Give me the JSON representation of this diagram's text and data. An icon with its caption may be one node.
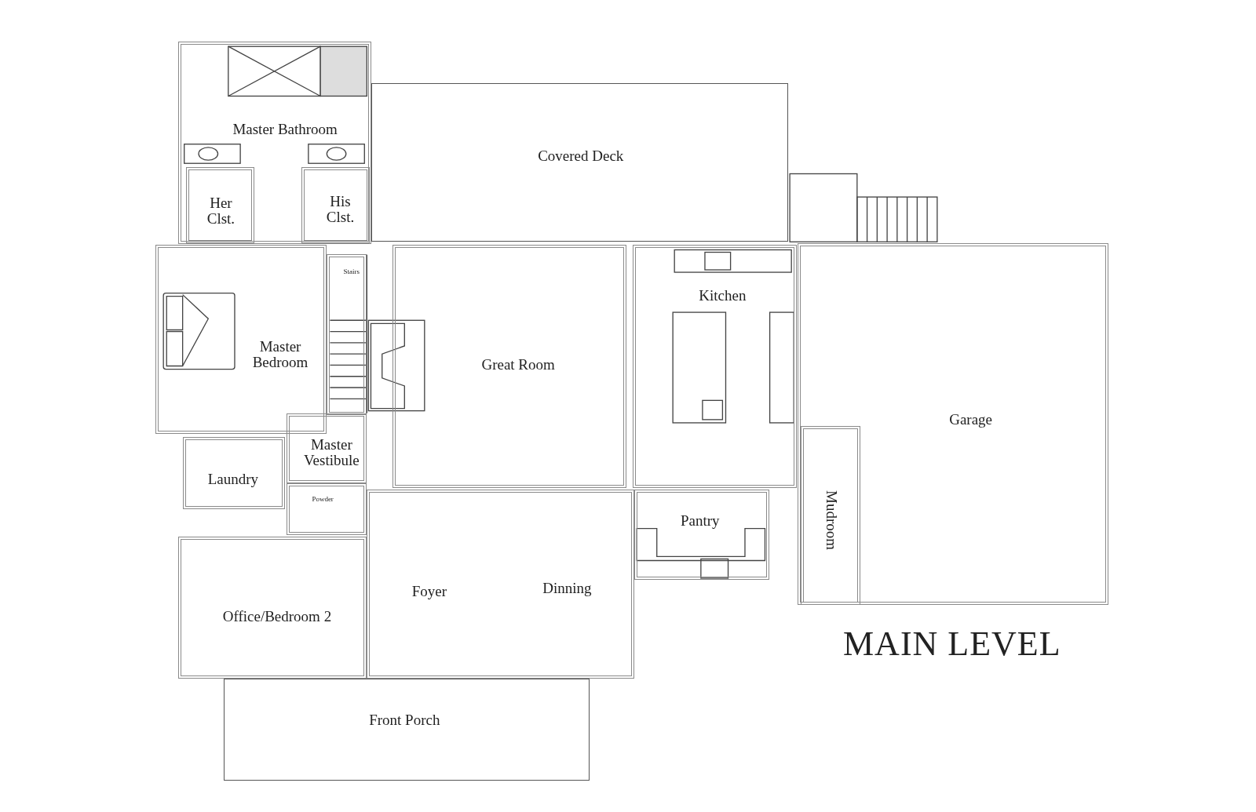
{
  "diagram": {
    "title": "MAIN LEVEL",
    "nodes": [
      {
        "text": [
          "Master Bathroom"
        ]
      },
      {
        "text": [
          "Her Clst."
        ],
        "in": 0
      },
      {
        "text": [
          "His Clst."
        ],
        "in": 0
      },
      {
        "text": [
          "Covered Deck"
        ]
      },
      {
        "text": [
          "Master Bedroom"
        ]
      },
      {
        "text": [
          "Stairs"
        ]
      },
      {
        "text": [
          "Great Room"
        ]
      },
      {
        "text": [
          "Kitchen"
        ]
      },
      {
        "text": [
          "Laundry"
        ]
      },
      {
        "text": [
          "Master Vestibule"
        ]
      },
      {
        "text": [
          "Powder"
        ]
      },
      {
        "text": [
          "Garage"
        ]
      },
      {
        "text": [
          "Mudroom"
        ],
        "in": 11
      },
      {
        "text": [
          "Pantry"
        ]
      },
      {
        "text": [
          "Office/Bedroom 2"
        ]
      },
      {
        "text": [
          "Foyer",
          "Dinning"
        ]
      },
      {
        "text": [
          "Front Porch"
        ]
      }
    ]
  }
}
